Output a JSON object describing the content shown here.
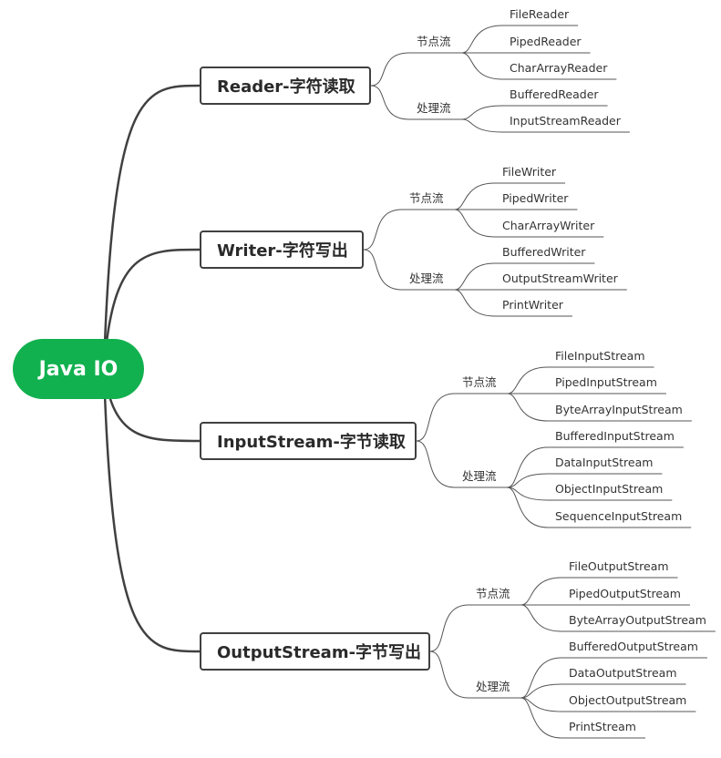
{
  "root": {
    "label": "Java IO",
    "color": "#12b14f"
  },
  "branches": [
    {
      "label": "Reader-字符读取",
      "groups": [
        {
          "label": "节点流",
          "items": [
            "FileReader",
            "PipedReader",
            "CharArrayReader"
          ]
        },
        {
          "label": "处理流",
          "items": [
            "BufferedReader",
            "InputStreamReader"
          ]
        }
      ]
    },
    {
      "label": "Writer-字符写出",
      "groups": [
        {
          "label": "节点流",
          "items": [
            "FileWriter",
            "PipedWriter",
            "CharArrayWriter"
          ]
        },
        {
          "label": "处理流",
          "items": [
            "BufferedWriter",
            "OutputStreamWriter",
            "PrintWriter"
          ]
        }
      ]
    },
    {
      "label": "InputStream-字节读取",
      "groups": [
        {
          "label": "节点流",
          "items": [
            "FileInputStream",
            "PipedInputStream",
            "ByteArrayInputStream"
          ]
        },
        {
          "label": "处理流",
          "items": [
            "BufferedInputStream",
            "DataInputStream",
            "ObjectInputStream",
            "SequenceInputStream"
          ]
        }
      ]
    },
    {
      "label": "OutputStream-字节写出",
      "groups": [
        {
          "label": "节点流",
          "items": [
            "FileOutputStream",
            "PipedOutputStream",
            "ByteArrayOutputStream"
          ]
        },
        {
          "label": "处理流",
          "items": [
            "BufferedOutputStream",
            "DataOutputStream",
            "ObjectOutputStream",
            "PrintStream"
          ]
        }
      ]
    }
  ]
}
